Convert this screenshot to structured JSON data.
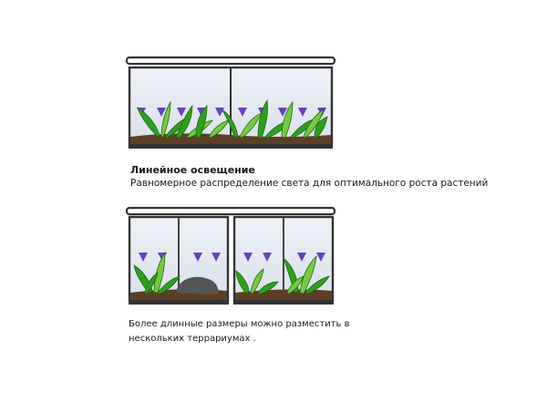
{
  "figure1": {
    "title": "Линейное освещение",
    "description": "Равномерное распределение света для оптимального роста растений"
  },
  "figure2": {
    "note": "Более длинные размеры можно разместить в нескольких террариумах ."
  },
  "colors": {
    "lamp": "#3a3a3a",
    "light_beam": "#7a55c9",
    "tank_glass": "#dfe8f2",
    "soil": "#5b3f24",
    "leaf": "#2f9e1e",
    "leaf_light": "#77c940",
    "rock": "#555555"
  },
  "icons": [
    "lamp-icon",
    "light-beam-icon",
    "plant-icon",
    "rock-icon",
    "soil-icon"
  ]
}
